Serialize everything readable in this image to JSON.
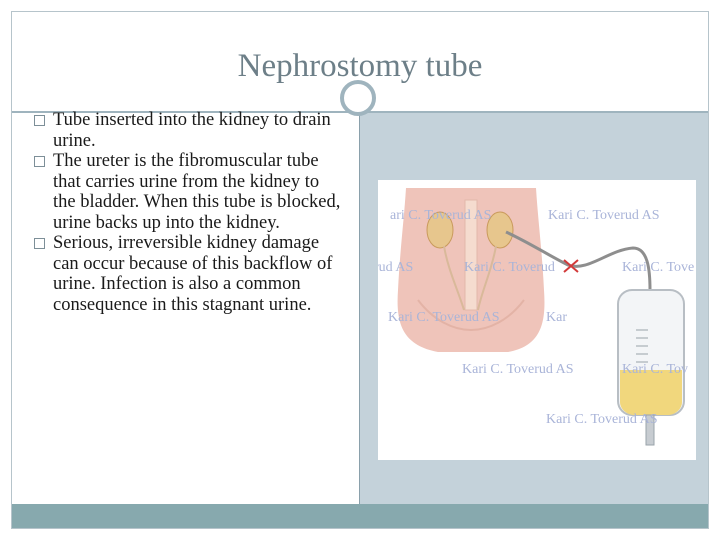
{
  "slide": {
    "title": "Nephrostomy tube",
    "bullets": [
      "Tube inserted into  the kidney to drain urine.",
      "The ureter is the fibromuscular tube that carries urine from the kidney to the bladder. When this tube is blocked, urine backs up into the kidney.",
      "Serious, irreversible kidney damage can occur because of this backflow of urine. Infection is also a common consequence in this stagnant urine."
    ]
  },
  "figure": {
    "watermark": "Kari C. Toverud AS",
    "watermark_left_1": "ari C. Toverud AS",
    "watermark_left_2": "rud AS",
    "watermark_right_1": "Kari C. Tove",
    "watermark_right_2": "Kari C. Tov",
    "watermark_partial_1": "Kari C. Toverud",
    "watermark_partial_2": "Kar"
  },
  "colors": {
    "title": "#6d7f88",
    "content_bg": "#c4d2da",
    "footer": "#87a9ae",
    "watermark": "#a9b4d8",
    "skin": "#eec2b8",
    "urine": "#f1d77d"
  }
}
